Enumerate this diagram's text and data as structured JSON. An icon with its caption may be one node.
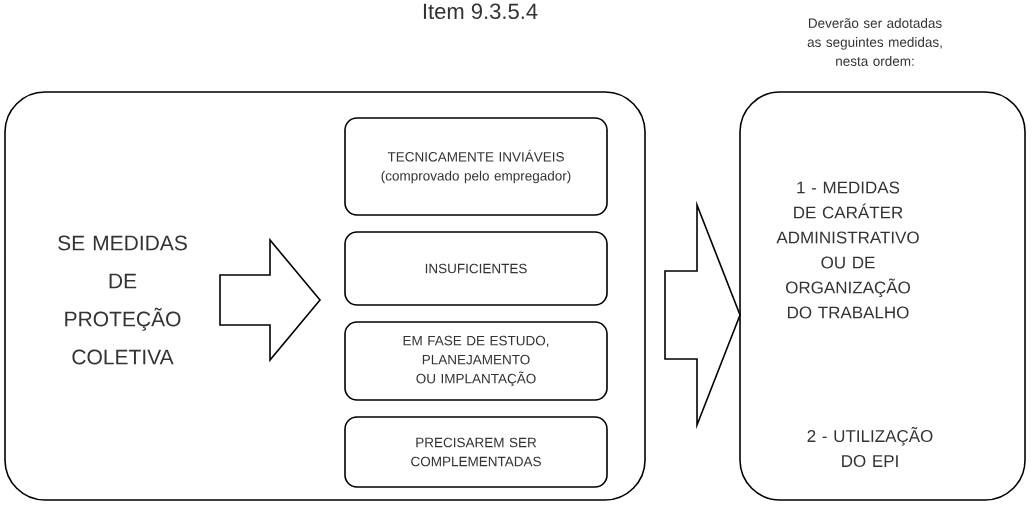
{
  "diagram": {
    "title": "Item 9.3.5.4",
    "nodes": [
      {
        "text": [],
        "shape": "box"
      },
      {
        "text": [
          "SE MEDIDAS DE PROTEÇÃO COLETIVA"
        ],
        "in": 0
      },
      {
        "text": [
          "TECNICAMENTE INVIÁVEIS (comprovado pelo empregador)"
        ],
        "in": 0
      },
      {
        "text": [
          "INSUFICIENTES"
        ],
        "in": 0
      },
      {
        "text": [
          "EM FASE DE ESTUDO, PLANEJAMENTO OU IMPLANTAÇÃO"
        ],
        "in": 0
      },
      {
        "text": [
          "PRECISAREM SER COMPLEMENTADAS"
        ],
        "in": 0
      },
      {
        "text": [
          "1 - MEDIDAS DE CARÁTER ADMINISTRATIVO OU DE ORGANIZAÇÃO DO TRABALHO",
          "2 - UTILIZAÇÃO DO EPI"
        ],
        "beside": [
          "Deverão ser adotadas as seguintes medidas, nesta ordem:"
        ]
      }
    ],
    "edges": [
      {
        "from": 1,
        "to": 3,
        "arrow": "to"
      },
      {
        "from": 0,
        "to": 6,
        "arrow": "to"
      }
    ]
  }
}
